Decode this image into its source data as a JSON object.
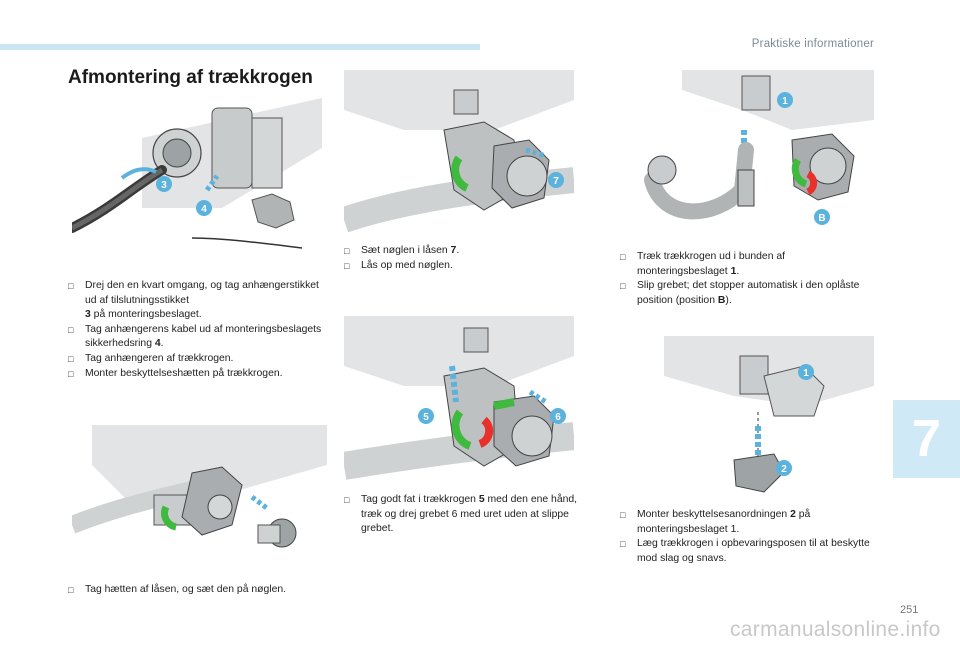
{
  "header": {
    "section": "Praktiske informationer",
    "chapter": "7",
    "page": "251"
  },
  "title": "Afmontering af trækkrogen",
  "badges": {
    "b1": "1",
    "b2": "2",
    "b3": "3",
    "b4": "4",
    "b5": "5",
    "b6": "6",
    "b7": "7",
    "bB": "B"
  },
  "steps": {
    "a": [
      {
        "pre": "Drej den en kvart omgang, og tag anhængerstikket ud af tilslutningsstikket",
        "num": "3",
        "post": " på monteringsbeslaget."
      },
      {
        "pre": "Tag anhængerens kabel ud af monteringsbeslagets sikkerhedsring",
        "num": "4",
        "post": "."
      },
      {
        "pre": "Tag anhængeren af trækkrogen.",
        "num": "",
        "post": ""
      },
      {
        "pre": "Monter beskyttelseshætten på trækkrogen.",
        "num": "",
        "post": ""
      }
    ],
    "b": [
      {
        "pre": "Tag hætten af låsen, og sæt den på nøglen.",
        "num": "",
        "post": ""
      }
    ],
    "c": [
      {
        "pre": "Sæt nøglen i låsen",
        "num": "7",
        "post": "."
      },
      {
        "pre": "Lås op med nøglen.",
        "num": "",
        "post": ""
      }
    ],
    "d": [
      {
        "pre": "Tag godt fat i trækkrogen",
        "num": "5",
        "post": " med den ene hånd, træk og drej grebet 6 med uret uden at slippe grebet."
      }
    ],
    "e": [
      {
        "pre": "Træk trækkrogen ud i bunden af monteringsbeslaget",
        "num": "1",
        "post": "."
      },
      {
        "pre": "Slip grebet; det stopper automatisk i den oplåste position (position",
        "num": "B",
        "post": ")."
      }
    ],
    "f": [
      {
        "pre": "Monter beskyttelsesanordningen",
        "num": "2",
        "post": " på monteringsbeslaget 1."
      },
      {
        "pre": "Læg trækkrogen i opbevaringsposen til at beskytte mod slag og snavs.",
        "num": "",
        "post": ""
      }
    ]
  },
  "colors": {
    "badge": "#5bb2dc",
    "arrow": "#5bb2dc",
    "green": "#3fba3f",
    "red": "#e8312a",
    "metal": "#b8bcbd",
    "frame": "#d4d7d8"
  }
}
